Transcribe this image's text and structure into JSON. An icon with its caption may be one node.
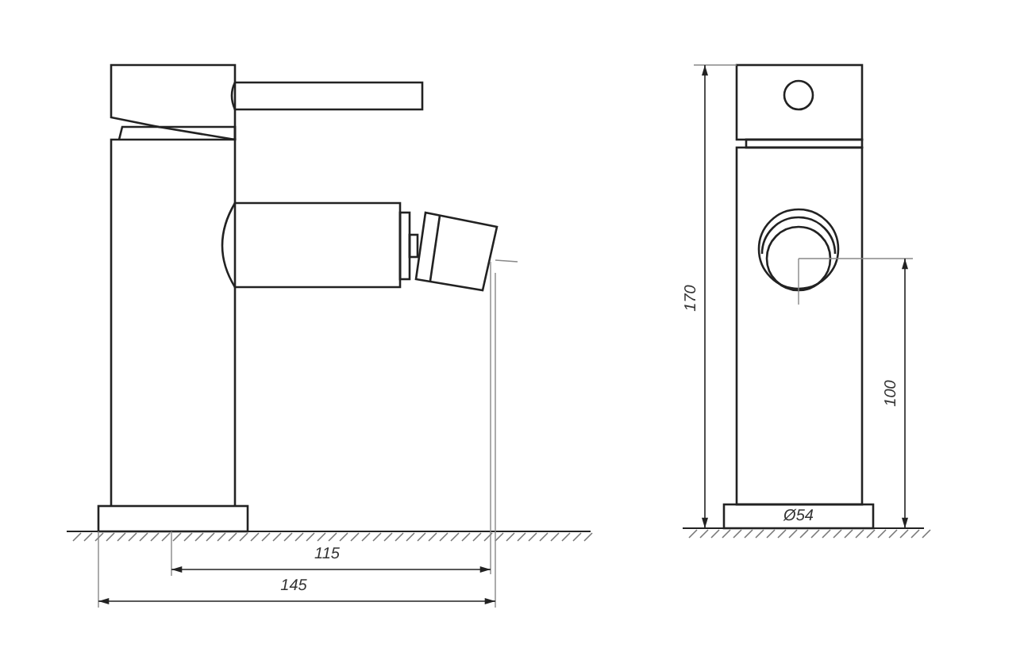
{
  "diagram": {
    "labels": [
      "115",
      "145",
      "170",
      "100",
      "Ø54"
    ]
  }
}
